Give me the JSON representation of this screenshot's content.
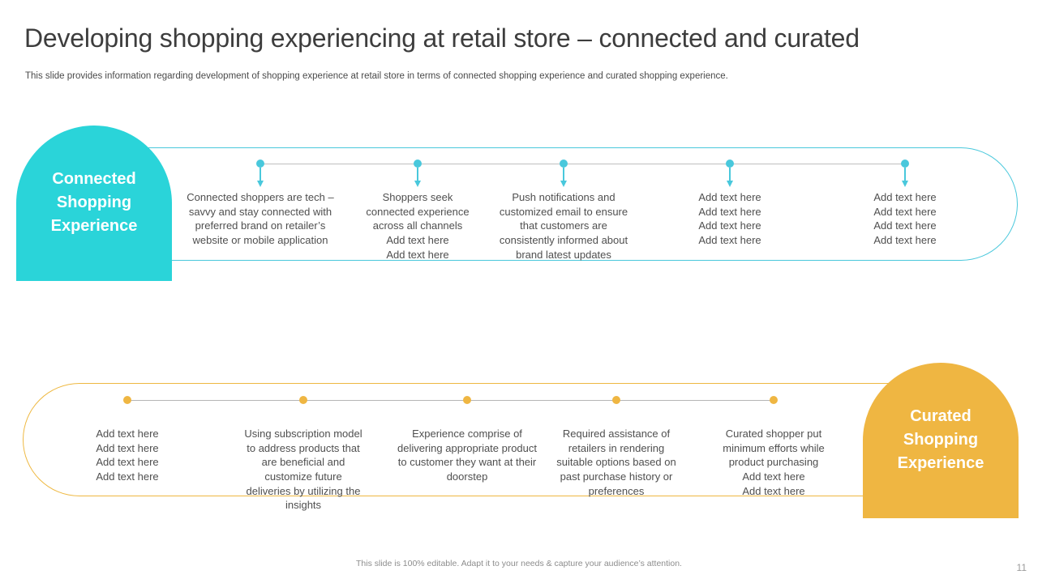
{
  "header": {
    "title": "Developing shopping experiencing at retail store – connected and curated",
    "subtitle": "This slide provides information regarding development of shopping experience at retail store in terms of connected shopping experience and curated shopping experience."
  },
  "colors": {
    "connected_fill": "#2ad4d9",
    "connected_outline": "#49c8dc",
    "curated_fill": "#efb642",
    "curated_outline": "#eeb841",
    "text": "#4f4f4f",
    "title": "#3d3d3d"
  },
  "connected": {
    "label": "Connected\nShopping\nExperience",
    "label_lines": [
      "Connected",
      "Shopping",
      "Experience"
    ],
    "columns": [
      {
        "text": "Connected shoppers are tech – savvy and stay connected with preferred brand on retailer’s website or mobile application"
      },
      {
        "text": "Shoppers seek connected experience across all channels\nAdd text here\nAdd text here"
      },
      {
        "text": "Push notifications and customized email to ensure that customers are consistently informed about brand latest updates"
      },
      {
        "text": "Add text here\nAdd text here\nAdd text here\nAdd text here"
      },
      {
        "text": "Add text here\nAdd text here\nAdd text here\nAdd text here"
      }
    ]
  },
  "curated": {
    "label": "Curated\nShopping\nExperience",
    "label_lines": [
      "Curated",
      "Shopping",
      "Experience"
    ],
    "columns": [
      {
        "text": "Add text here\nAdd text here\nAdd text here\nAdd text here"
      },
      {
        "text": "Using subscription model to address products that are beneficial and customize future deliveries by utilizing the insights"
      },
      {
        "text": "Experience comprise of delivering  appropriate product to customer they want at their doorstep"
      },
      {
        "text": "Required assistance of retailers in rendering suitable options based on past purchase history or preferences"
      },
      {
        "text": "Curated shopper put minimum efforts while product purchasing\nAdd text here\nAdd text here"
      }
    ]
  },
  "footer": {
    "note": "This slide is 100% editable. Adapt it to your needs & capture your audience’s attention.",
    "page_number": "11"
  }
}
